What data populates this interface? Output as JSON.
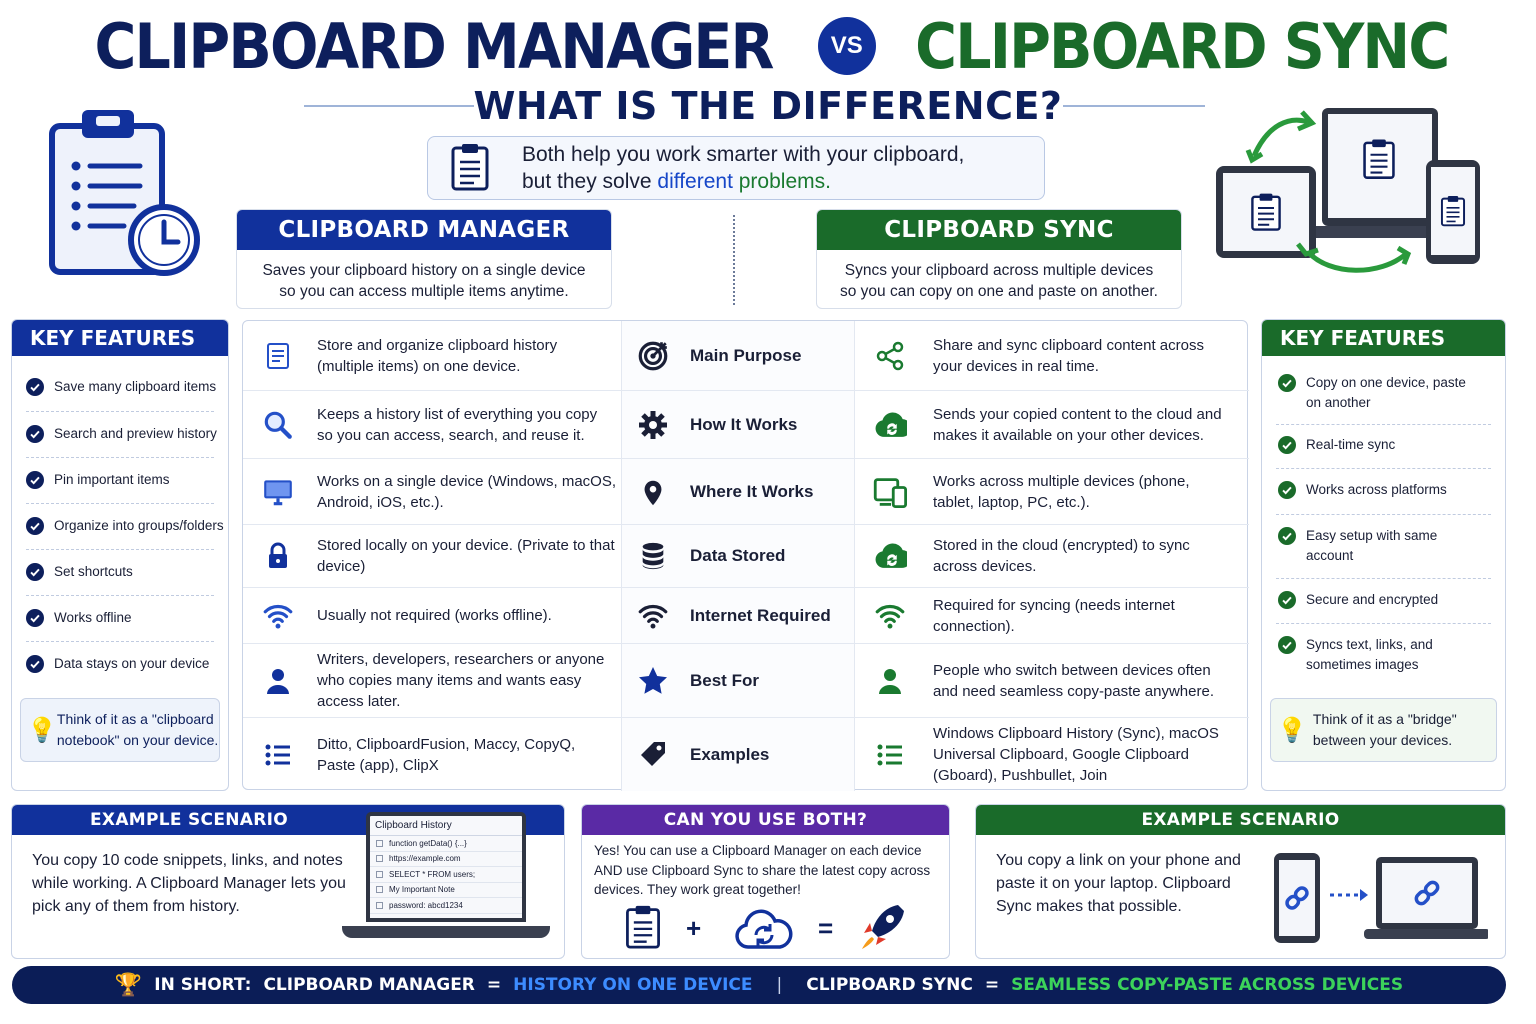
{
  "header": {
    "title_left": "CLIPBOARD MANAGER",
    "vs": "VS",
    "title_right": "CLIPBOARD SYNC",
    "subtitle": "WHAT IS THE DIFFERENCE?",
    "intro_line1": "Both help you work smarter with your clipboard,",
    "intro_line2_a": "but they solve ",
    "intro_line2_b": "different",
    "intro_line2_c": " problems."
  },
  "manager": {
    "heading": "CLIPBOARD MANAGER",
    "desc_line1": "Saves your clipboard history on a single device",
    "desc_line2": "so you can access multiple items anytime."
  },
  "sync": {
    "heading": "CLIPBOARD SYNC",
    "desc_line1": "Syncs your clipboard across multiple devices",
    "desc_line2": "so you can copy on one and paste on another."
  },
  "left_features": {
    "heading": "KEY FEATURES",
    "items": [
      "Save many clipboard items",
      "Search and preview history",
      "Pin important items",
      "Organize into groups/folders",
      "Set shortcuts",
      "Works offline",
      "Data stays on your device"
    ],
    "think": "Think of it as a \"clipboard notebook\" on your device."
  },
  "right_features": {
    "heading": "KEY FEATURES",
    "items": [
      "Copy on one device, paste on another",
      "Real-time sync",
      "Works across platforms",
      "Easy setup with same account",
      "Secure and encrypted",
      "Syncs text, links, and sometimes images"
    ],
    "think": "Think of it as a \"bridge\" between your devices."
  },
  "comparison": [
    {
      "label": "Main Purpose",
      "manager": "Store and organize clipboard history (multiple items) on one device.",
      "sync": "Share and sync clipboard content across your devices in real time.",
      "left_icon": "document-icon",
      "mid_icon": "target-icon",
      "right_icon": "share-icon"
    },
    {
      "label": "How It Works",
      "manager": "Keeps a history list of everything you copy so you can access, search, and reuse it.",
      "sync": "Sends your copied content to the cloud and makes it available on your other devices.",
      "left_icon": "search-icon",
      "mid_icon": "gear-icon",
      "right_icon": "cloud-sync-icon"
    },
    {
      "label": "Where It Works",
      "manager": "Works on a single device (Windows, macOS, Android, iOS, etc.).",
      "sync": "Works across multiple devices (phone, tablet, laptop, PC, etc.).",
      "left_icon": "monitor-icon",
      "mid_icon": "location-pin-icon",
      "right_icon": "devices-icon"
    },
    {
      "label": "Data Stored",
      "manager": "Stored locally on your device. (Private to that device)",
      "sync": "Stored in the cloud (encrypted) to sync across devices.",
      "left_icon": "lock-icon",
      "mid_icon": "database-icon",
      "right_icon": "cloud-sync-icon"
    },
    {
      "label": "Internet Required",
      "manager": "Usually not required (works offline).",
      "sync": "Required for syncing (needs internet connection).",
      "left_icon": "wifi-icon",
      "mid_icon": "wifi-icon",
      "right_icon": "wifi-icon"
    },
    {
      "label": "Best For",
      "manager": "Writers, developers, researchers or anyone who copies many items and wants easy access later.",
      "sync": "People who switch between devices often and need seamless copy-paste anywhere.",
      "left_icon": "user-icon",
      "mid_icon": "star-icon",
      "right_icon": "user-icon"
    },
    {
      "label": "Examples",
      "manager": "Ditto, ClipboardFusion, Maccy, CopyQ, Paste (app), ClipX",
      "sync": "Windows Clipboard History (Sync), macOS Universal Clipboard, Google Clipboard (Gboard), Pushbullet, Join",
      "left_icon": "list-icon",
      "mid_icon": "tag-icon",
      "right_icon": "list-icon"
    }
  ],
  "scenario_left": {
    "heading": "EXAMPLE SCENARIO",
    "text": "You copy 10 code snippets, links, and notes while working. A Clipboard Manager lets you pick any of them from history.",
    "window_title": "Clipboard History",
    "window_items": [
      "function getData() {...}",
      "https://example.com",
      "SELECT * FROM users;",
      "My Important Note",
      "password: abcd1234"
    ]
  },
  "both": {
    "heading": "CAN YOU USE BOTH?",
    "text": "Yes!  You can use a Clipboard Manager on each device AND use Clipboard Sync to share the latest copy across devices. They work great together!",
    "plus": "+",
    "equals": "="
  },
  "scenario_right": {
    "heading": "EXAMPLE SCENARIO",
    "text": "You copy a link on your phone and paste it on your laptop. Clipboard Sync makes that possible."
  },
  "bottom_bar": {
    "label": "IN SHORT:",
    "manager": "CLIPBOARD MANAGER",
    "eq1": "=",
    "manager_value": "HISTORY ON ONE DEVICE",
    "pipe": "|",
    "sync": "CLIPBOARD SYNC",
    "eq2": "=",
    "sync_value": "SEAMLESS COPY-PASTE ACROSS DEVICES"
  },
  "colors": {
    "navy": "#0d1f5c",
    "blue": "#11319c",
    "green": "#1a6b2a",
    "purple": "#5a2aa5"
  }
}
